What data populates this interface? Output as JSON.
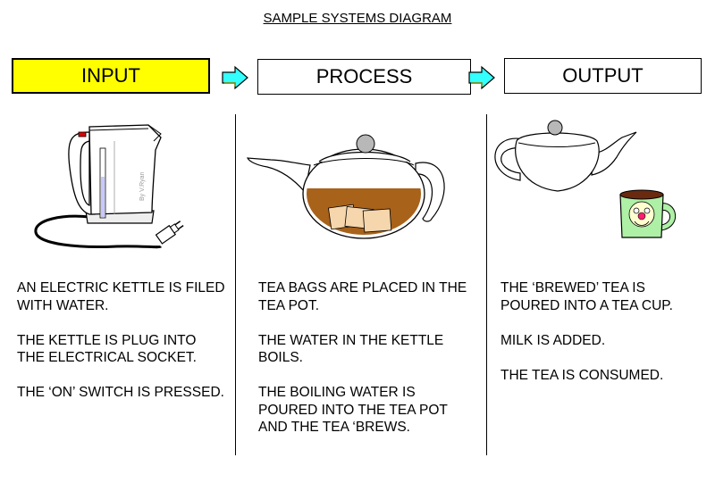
{
  "title": "SAMPLE SYSTEMS DIAGRAM",
  "stages": {
    "input": {
      "label": "INPUT",
      "color": "#ffff00",
      "texts": [
        "AN ELECTRIC KETTLE IS FILED WITH WATER.",
        "THE KETTLE IS PLUG INTO THE ELECTRICAL SOCKET.",
        "THE ‘ON’ SWITCH IS PRESSED."
      ]
    },
    "process": {
      "label": "PROCESS",
      "texts": [
        "TEA BAGS ARE PLACED IN THE TEA POT.",
        "THE WATER IN THE KETTLE BOILS.",
        "THE BOILING WATER IS POURED INTO THE TEA POT AND THE TEA ‘BREWS."
      ]
    },
    "output": {
      "label": "OUTPUT",
      "texts": [
        "THE ‘BREWED’ TEA IS POURED INTO A TEA CUP.",
        "MILK IS ADDED.",
        "THE TEA IS CONSUMED."
      ]
    }
  },
  "kettle_signature": "By V.Ryan",
  "colors": {
    "arrow_fill": "#33ffff",
    "arrow_outline": "#000000",
    "tea": "#a8621a",
    "sugar_cubes": "#f5d6ad",
    "mug": "#aef0a6",
    "kettle_water_gauge": "#c8c8ff"
  },
  "icons": [
    "kettle-icon",
    "teapot-with-tea-icon",
    "teapot-icon",
    "mug-icon",
    "arrow-right-icon"
  ]
}
